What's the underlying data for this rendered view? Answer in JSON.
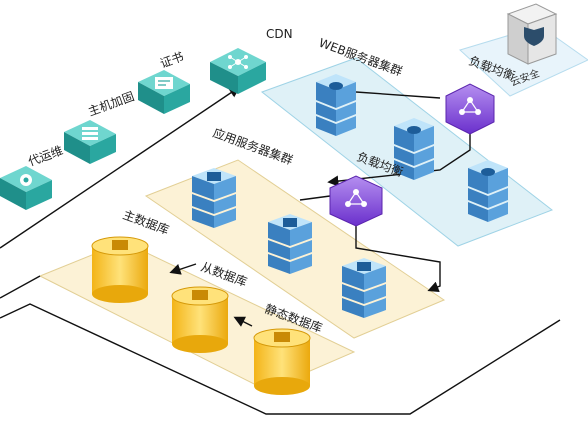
{
  "labels": {
    "ops": "代运维",
    "host_hardening": "主机加固",
    "certificate": "证书",
    "cdn": "CDN",
    "web_cluster": "WEB服务器集群",
    "lb_top": "负载均衡",
    "cloud_security": "云安全",
    "app_cluster": "应用服务器集群",
    "lb_middle": "负载均衡",
    "master_db": "主数据库",
    "slave_db": "从数据库",
    "static_db": "静态数据库"
  },
  "colors": {
    "platform_blue": "#dff1f7",
    "platform_yellow": "#fcf2d6",
    "teal_box": "#2aa7a0",
    "server_blue": "#3f88c5",
    "lb_purple": "#7a3fd6",
    "db_gold": "#f5c12a"
  },
  "icons": {
    "ops": "gear-icon",
    "host_hardening": "server-rack-icon",
    "certificate": "certificate-icon",
    "cdn": "network-icon",
    "web_server": "cloud-icon",
    "app_server": "document-icon",
    "load_balancer": "share-node-icon",
    "security": "shield-icon",
    "database": "grid-icon"
  }
}
